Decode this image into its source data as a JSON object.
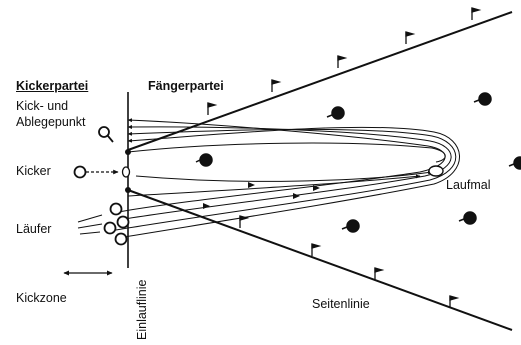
{
  "labels": {
    "kicker_party": "Kickerpartei",
    "catcher_party": "Fängerpartei",
    "kick_point_line1": "Kick- und",
    "kick_point_line2": "Ablegepunkt",
    "kicker": "Kicker",
    "runners": "Läufer",
    "kick_zone": "Kickzone",
    "entry_line": "Einlauflinie",
    "run_mark": "Laufmal",
    "side_line": "Seitenlinie"
  },
  "colors": {
    "ink": "#111111",
    "background": "#ffffff"
  }
}
